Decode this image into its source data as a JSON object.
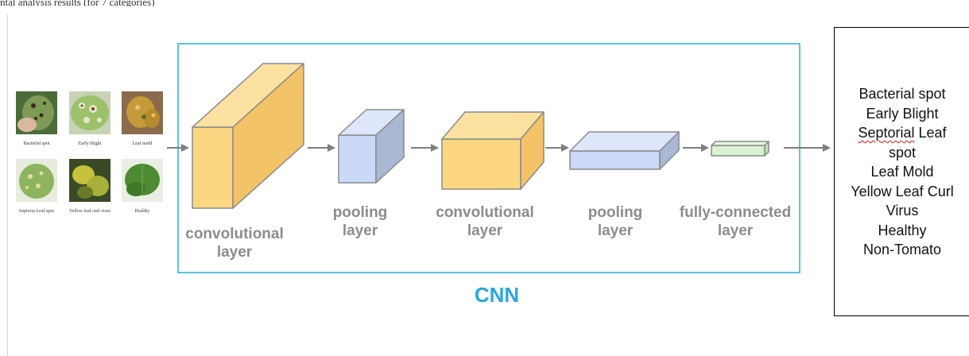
{
  "top_text": "ntal analysis results (for 7 categories)",
  "input_images": [
    {
      "caption": "Bacterial spot",
      "icon": "leaf-bacterial-spot-photo"
    },
    {
      "caption": "Early blight",
      "icon": "leaf-early-blight-photo"
    },
    {
      "caption": "Leaf mold",
      "icon": "leaf-mold-photo"
    },
    {
      "caption": "Septoria Leaf spot",
      "icon": "leaf-septoria-photo"
    },
    {
      "caption": "Yellow leaf curl virus",
      "icon": "leaf-yellow-curl-photo"
    },
    {
      "caption": "Healthy",
      "icon": "leaf-healthy-photo"
    }
  ],
  "layers": [
    {
      "line1": "convolutional",
      "line2": "layer",
      "color": "#fcd681"
    },
    {
      "line1": "pooling",
      "line2": "layer",
      "color": "#cbd9f8"
    },
    {
      "line1": "convolutional",
      "line2": "layer",
      "color": "#fcd681"
    },
    {
      "line1": "pooling",
      "line2": "layer",
      "color": "#cbd9f8"
    },
    {
      "line1": "fully-connected",
      "line2": "layer",
      "color": "#d9f2d2"
    }
  ],
  "cnn_title": "CNN",
  "colors": {
    "frame": "#5bc3e6",
    "title": "#28a8dc",
    "label": "#8c8c8c",
    "arrow": "#7f7f7f"
  },
  "output_classes": [
    "Bacterial spot",
    "Early Blight",
    "Septorial",
    "Leaf",
    "spot",
    "Leaf Mold",
    "Yellow Leaf Curl",
    "Virus",
    "Healthy",
    "Non-Tomato"
  ]
}
